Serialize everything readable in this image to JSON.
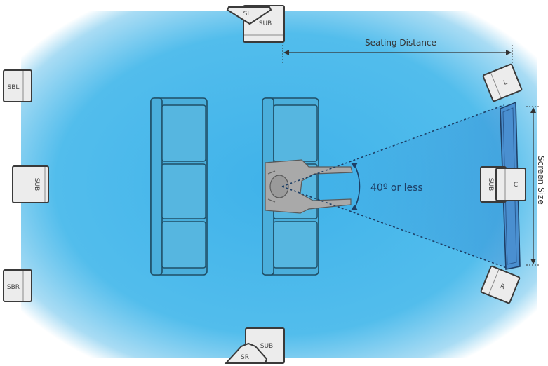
{
  "diagram": {
    "seating_distance_label": "Seating Distance",
    "screen_size_label": "Screen Size",
    "angle_label": "40º or less",
    "speakers": {
      "left": "L",
      "center": "C",
      "right": "R",
      "sub_front": "SUB",
      "side_left": "SL",
      "sub_top": "SUB",
      "side_right": "SR",
      "sub_bottom": "SUB",
      "surround_back_left": "SBL",
      "sub_rear": "SUB",
      "surround_back_right": "SBR"
    },
    "colors": {
      "room_center": "#3fb2ea",
      "screen": "#4a8fd0",
      "speaker": "#ececec"
    }
  }
}
